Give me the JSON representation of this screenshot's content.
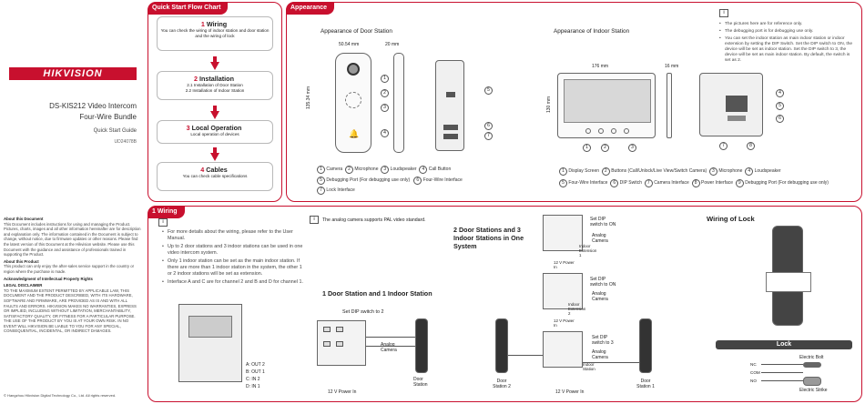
{
  "cover": {
    "brand": "HIKVISION",
    "model": "DS-KIS212 Video Intercom",
    "model_line2": "Four-Wire Bundle",
    "guide": "Quick Start Guide",
    "code": "UD24078B",
    "about_title": "About this Document",
    "about_body": "This Document includes instructions for using and managing the Product. Pictures, charts, images and all other information hereinafter are for description and explanation only. The information contained in the Document is subject to change, without notice, due to firmware updates or other reasons. Please find the latest version of this Document at the Hikvision website. Please use this Document with the guidance and assistance of professionals trained in supporting the Product.",
    "product_title": "About this Product",
    "product_body": "This product can only enjoy the after-sales service support in the country or region where the purchase is made.",
    "ack_title": "Acknowledgment of Intellectual Property Rights",
    "legal_title": "LEGAL DISCLAIMER",
    "legal_body": "TO THE MAXIMUM EXTENT PERMITTED BY APPLICABLE LAW, THIS DOCUMENT AND THE PRODUCT DESCRIBED, WITH ITS HARDWARE, SOFTWARE AND FIRMWARE, ARE PROVIDED AS IS AND WITH ALL FAULTS AND ERRORS. HIKVISION MAKES NO WARRANTIES, EXPRESS OR IMPLIED, INCLUDING WITHOUT LIMITATION, MERCHANTABILITY, SATISFACTORY QUALITY, OR FITNESS FOR A PARTICULAR PURPOSE. THE USE OF THE PRODUCT BY YOU IS AT YOUR OWN RISK. IN NO EVENT WILL HIKVISION BE LIABLE TO YOU FOR ANY SPECIAL, CONSEQUENTIAL, INCIDENTAL, OR INDIRECT DAMAGES.",
    "copyright": "© Hangzhou Hikvision Digital Technology Co., Ltd. All rights reserved."
  },
  "flow": {
    "tag": "Quick Start Flow Chart",
    "steps": [
      {
        "num": "1",
        "title": "Wiring",
        "desc": "You can check the wiring of indoor station and door station and the wiring of lock"
      },
      {
        "num": "2",
        "title": "Installation",
        "desc": "2.1 Installation of Door Station\n2.2 Installation of Indoor Station"
      },
      {
        "num": "3",
        "title": "Local Operation",
        "desc": "Local operation of devices"
      },
      {
        "num": "4",
        "title": "Cables",
        "desc": "You can check cable specifications"
      }
    ]
  },
  "appearance": {
    "tag": "Appearance",
    "door_title": "Appearance of Door Station",
    "indoor_title": "Appearance of Indoor Station",
    "dim_w": "50.54 mm",
    "dim_d": "20 mm",
    "dim_h": "135.34 mm",
    "indoor_w": "176 mm",
    "indoor_d": "16 mm",
    "indoor_h": "130 mm",
    "notes": [
      "The pictures here are for reference only.",
      "The debugging port is for debugging use only.",
      "You can set the indoor station as main indoor station or indoor extension by setting the DIP Switch. Set the DIP switch to ON, the device will be set as indoor station. Set the DIP switch to 3, the device will be set as main indoor station. By default, the switch is set as 2."
    ],
    "door_legend": [
      "Camera",
      "Microphone",
      "Loudspeaker",
      "Call Button",
      "Debugging Port (For debugging use only)",
      "Four-Wire Interface",
      "Lock Interface"
    ],
    "indoor_legend": [
      "Display Screen",
      "Buttons (Call/Unlock/Live View/Switch Camera)",
      "Microphone",
      "Loudspeaker",
      "Four-Wire Interface",
      "DIP Switch",
      "Camera Interface",
      "Power Interface",
      "Debugging Port (For debugging use only)"
    ]
  },
  "wiring": {
    "tag": "1 Wiring",
    "note_camera": "The analog camera supports PAL video standard.",
    "bullets": [
      "For more details about the wiring, please refer to the User Manual.",
      "Up to 2 door stations and 3 indoor stations can be used in one video intercom system.",
      "Only 1 indoor station can be set as the main indoor station. If there are more than 1 indoor station in the system, the other 1 or 2 indoor stations will be set as extension.",
      "Interface A and C are for channel 2 and B and D for channel 1."
    ],
    "iface_labels": [
      "A: OUT 2",
      "B: OUT 1",
      "C: IN 2",
      "D: IN 1"
    ],
    "one_title": "1 Door Station and 1 Indoor Station",
    "set_dip_2": "Set DIP switch to 2",
    "analog_camera": "Analog Camera",
    "door_station": "Door Station",
    "power_12v": "12 V Power In",
    "multi_title": "2 Door Stations and 3 Indoor Stations in One System",
    "set_dip_on": "Set DIP switch to ON",
    "indoor_ext1": "Indoor Extension 1",
    "indoor_ext2": "Indoor Extension 2",
    "set_dip_3": "Set DIP switch to 3",
    "indoor_station": "Indoor Station",
    "door_station_1": "Door Station 1",
    "door_station_2": "Door Station 2",
    "lock_title": "Wiring of Lock",
    "lock_label": "Lock",
    "electric_bolt": "Electric Bolt",
    "electric_strike": "Electric Strike",
    "lock_terms": [
      "NC",
      "COM",
      "NO"
    ]
  }
}
